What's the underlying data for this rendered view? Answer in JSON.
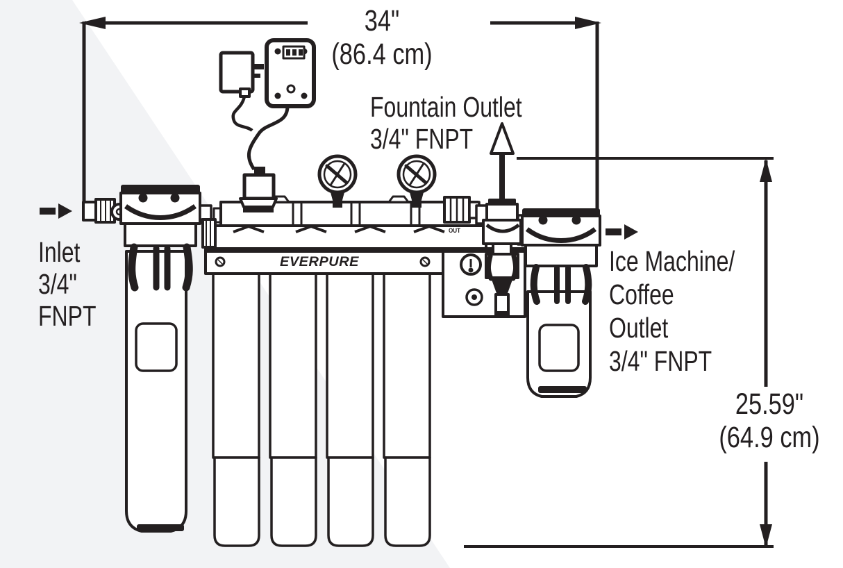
{
  "diagram": {
    "brand_logo": "EVERPURE",
    "dimension_width": {
      "value": "34\"",
      "metric": "(86.4 cm)"
    },
    "dimension_height": {
      "value": "25.59\"",
      "metric": "(64.9 cm)"
    },
    "inlet_label": {
      "line1": "Inlet",
      "line2": "3/4\"",
      "line3": "FNPT"
    },
    "fountain_outlet_label": {
      "line1": "Fountain Outlet",
      "line2": "3/4\" FNPT"
    },
    "ice_outlet_label": {
      "line1": "Ice Machine/",
      "line2": "Coffee",
      "line3": "Outlet",
      "line4": "3/4\" FNPT"
    },
    "manifold_port_label": "OUT",
    "colors": {
      "line": "#231f20",
      "background": "#ffffff",
      "watermark": "#f2f3f5"
    }
  }
}
